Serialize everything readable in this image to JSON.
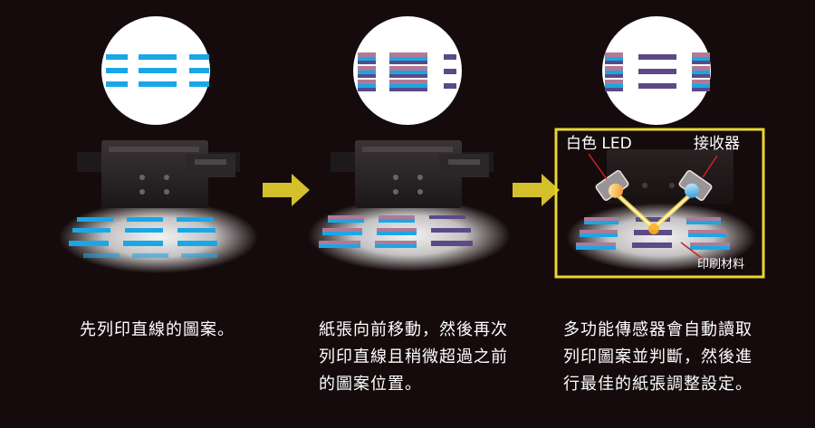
{
  "colors": {
    "background": "#150b0c",
    "cyan": "#1aa7e6",
    "pink": "#b07a97",
    "purple": "#5b4a86",
    "arrow": "#d4c02a",
    "frame": "#e8d630"
  },
  "steps": [
    {
      "lines": [
        "先列印直線的圖案。"
      ]
    },
    {
      "lines": [
        "紙張向前移動，然後再次",
        "列印直線且稍微超過之前",
        "的圖案位置。"
      ]
    },
    {
      "lines": [
        "多功能傳感器會自動讀取",
        "列印圖案並判斷，然後進",
        "行最佳的紙張調整設定。"
      ]
    }
  ],
  "sensor": {
    "led_label": "白色 LED",
    "receiver_label": "接收器",
    "media_label": "印刷材料"
  }
}
